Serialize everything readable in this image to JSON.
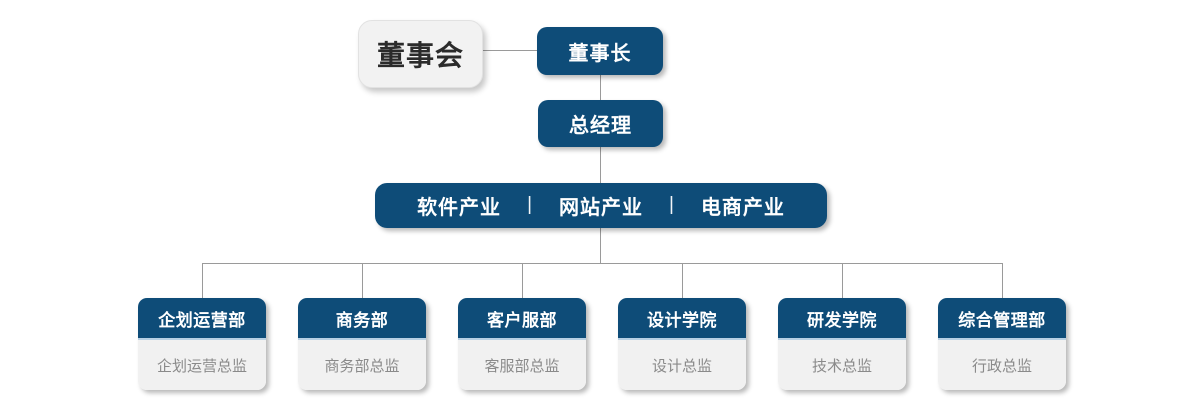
{
  "org": {
    "board": "董事会",
    "chairman": "董事长",
    "general_manager": "总经理",
    "industries": {
      "separator": "|",
      "items": [
        "软件产业",
        "网站产业",
        "电商产业"
      ]
    },
    "departments": [
      {
        "name": "企划运营部",
        "director": "企划运营总监"
      },
      {
        "name": "商务部",
        "director": "商务部总监"
      },
      {
        "name": "客户服部",
        "director": "客服部总监"
      },
      {
        "name": "设计学院",
        "director": "设计总监"
      },
      {
        "name": "研发学院",
        "director": "技术总监"
      },
      {
        "name": "综合管理部",
        "director": "行政总监"
      }
    ],
    "colors": {
      "primary_blue": "#0e4c78",
      "card_body_bg": "#f1f1f1",
      "board_bg": "#f2f2f2",
      "connector": "#9a9a9a",
      "director_text": "#8a8a8a",
      "header_divider": "#b7d0e4"
    }
  }
}
